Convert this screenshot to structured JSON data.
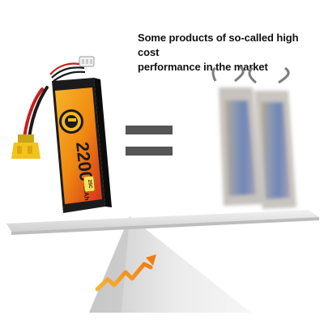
{
  "caption": {
    "line1": "Some products of so-called high cost",
    "line2": "performance in the market"
  },
  "battery": {
    "capacity_label": "2200",
    "capacity_suffix": "mAh",
    "rating_badge": "25C"
  },
  "colors": {
    "battery_body": "#1b1b1b",
    "battery_label_orange": "#f08a12",
    "battery_label_red": "#d2301a",
    "connector_yellow": "#f4c21c",
    "wire_red": "#c81e1e",
    "wire_black": "#1a1a1a",
    "equals_sign": "#555555",
    "seesaw_plank": "#e6e6e6",
    "seesaw_base": "#d9d9d9",
    "arrow_orange": "#f29a16",
    "blurred_pack": "#c8c8cc"
  },
  "icons": {
    "equals": "equals-sign-icon",
    "trend": "rising-trend-arrow-icon"
  }
}
